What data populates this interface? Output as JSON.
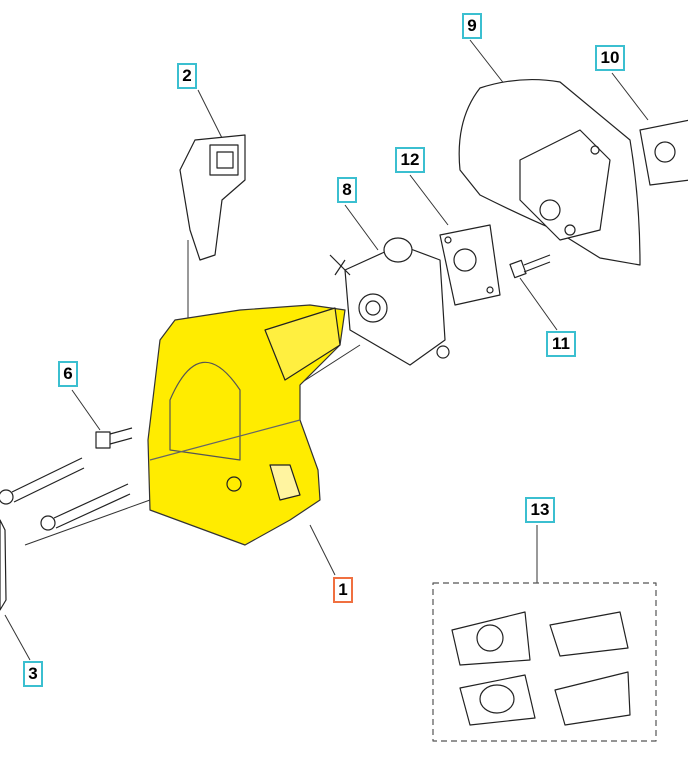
{
  "diagram": {
    "colors": {
      "label_border": "#3bbfd0",
      "selected_border": "#f07040",
      "highlight_part": "#ffec00"
    },
    "selected_part": "1",
    "labels": [
      {
        "id": "1",
        "text": "1"
      },
      {
        "id": "2",
        "text": "2"
      },
      {
        "id": "3",
        "text": "3"
      },
      {
        "id": "6",
        "text": "6"
      },
      {
        "id": "8",
        "text": "8"
      },
      {
        "id": "9",
        "text": "9"
      },
      {
        "id": "10",
        "text": "10"
      },
      {
        "id": "11",
        "text": "11"
      },
      {
        "id": "12",
        "text": "12"
      },
      {
        "id": "13",
        "text": "13"
      }
    ]
  }
}
